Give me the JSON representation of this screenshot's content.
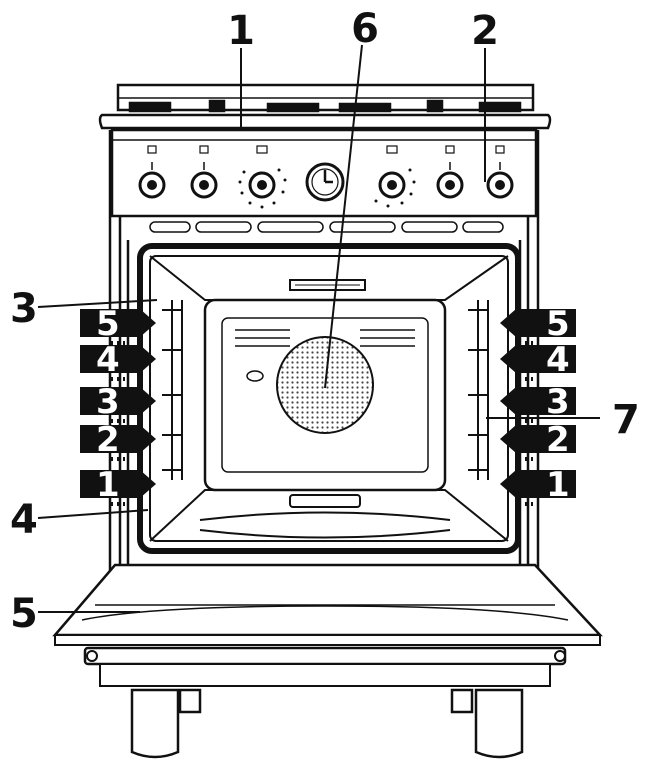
{
  "callouts": {
    "c1": "1",
    "c2": "2",
    "c3": "3",
    "c4": "4",
    "c5": "5",
    "c6": "6",
    "c7": "7"
  },
  "shelves": {
    "left": [
      "5",
      "4",
      "3",
      "2",
      "1"
    ],
    "right": [
      "5",
      "4",
      "3",
      "2",
      "1"
    ]
  }
}
